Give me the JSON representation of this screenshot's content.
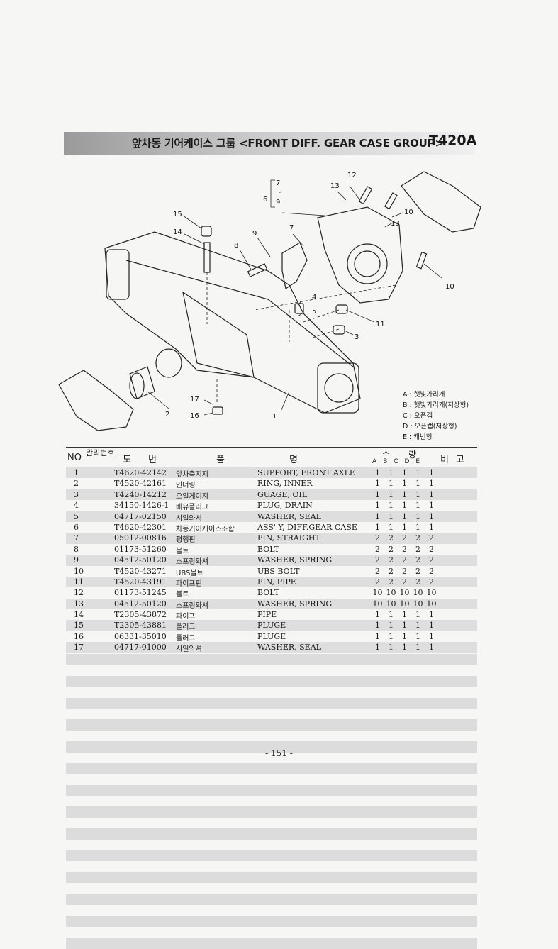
{
  "header": {
    "title": "앞차동 기어케이스 그룹 <FRONT DIFF. GEAR CASE GROUP>",
    "model": "T420A"
  },
  "diagram_labels": [
    "1",
    "2",
    "3",
    "4",
    "5",
    "6",
    "7",
    "8",
    "9",
    "10",
    "10",
    "11",
    "12",
    "13",
    "13",
    "14",
    "15",
    "16",
    "17",
    "7",
    "~",
    "9"
  ],
  "legend": [
    "A : 햇빛가리개",
    "B : 햇빛가리개(저상형)",
    "C : 오픈캡",
    "D : 오픈캡(저상형)",
    "E : 캐빈형"
  ],
  "table": {
    "headers": {
      "no": "NO",
      "mgmt": "관리번호",
      "part_no": "도번",
      "name_a": "품",
      "name_b": "명",
      "qty": "수량",
      "qty_cols": "ABCDE",
      "remark": "비고"
    },
    "rows": [
      {
        "no": "1",
        "part": "T4620-42142",
        "kor": "앞차축지지",
        "eng": "SUPPORT, FRONT AXLE",
        "qty": [
          "1",
          "1",
          "1",
          "1",
          "1"
        ]
      },
      {
        "no": "2",
        "part": "T4520-42161",
        "kor": "인너링",
        "eng": "RING, INNER",
        "qty": [
          "1",
          "1",
          "1",
          "1",
          "1"
        ]
      },
      {
        "no": "3",
        "part": "T4240-14212",
        "kor": "오일게이지",
        "eng": "GUAGE, OIL",
        "qty": [
          "1",
          "1",
          "1",
          "1",
          "1"
        ]
      },
      {
        "no": "4",
        "part": "34150-1426-1",
        "kor": "배유플러그",
        "eng": "PLUG, DRAIN",
        "qty": [
          "1",
          "1",
          "1",
          "1",
          "1"
        ]
      },
      {
        "no": "5",
        "part": "04717-02150",
        "kor": "시일와셔",
        "eng": "WASHER, SEAL",
        "qty": [
          "1",
          "1",
          "1",
          "1",
          "1"
        ]
      },
      {
        "no": "6",
        "part": "T4620-42301",
        "kor": "차동기어케이스조합",
        "eng": "ASS' Y, DIFF.GEAR CASE",
        "qty": [
          "1",
          "1",
          "1",
          "1",
          "1"
        ]
      },
      {
        "no": "7",
        "part": "05012-00816",
        "kor": "평행핀",
        "eng": "PIN, STRAIGHT",
        "qty": [
          "2",
          "2",
          "2",
          "2",
          "2"
        ]
      },
      {
        "no": "8",
        "part": "01173-51260",
        "kor": "볼트",
        "eng": "BOLT",
        "qty": [
          "2",
          "2",
          "2",
          "2",
          "2"
        ]
      },
      {
        "no": "9",
        "part": "04512-50120",
        "kor": "스프링와셔",
        "eng": "WASHER, SPRING",
        "qty": [
          "2",
          "2",
          "2",
          "2",
          "2"
        ]
      },
      {
        "no": "10",
        "part": "T4520-43271",
        "kor": "UBS볼트",
        "eng": "UBS BOLT",
        "qty": [
          "2",
          "2",
          "2",
          "2",
          "2"
        ]
      },
      {
        "no": "11",
        "part": "T4520-43191",
        "kor": "파이프핀",
        "eng": "PIN, PIPE",
        "qty": [
          "2",
          "2",
          "2",
          "2",
          "2"
        ]
      },
      {
        "no": "12",
        "part": "01173-51245",
        "kor": "볼트",
        "eng": "BOLT",
        "qty": [
          "10",
          "10",
          "10",
          "10",
          "10"
        ]
      },
      {
        "no": "13",
        "part": "04512-50120",
        "kor": "스프링와셔",
        "eng": "WASHER, SPRING",
        "qty": [
          "10",
          "10",
          "10",
          "10",
          "10"
        ]
      },
      {
        "no": "14",
        "part": "T2305-43872",
        "kor": "파이프",
        "eng": "PIPE",
        "qty": [
          "1",
          "1",
          "1",
          "1",
          "1"
        ]
      },
      {
        "no": "15",
        "part": "T2305-43881",
        "kor": "플러그",
        "eng": "PLUGE",
        "qty": [
          "1",
          "1",
          "1",
          "1",
          "1"
        ]
      },
      {
        "no": "16",
        "part": "06331-35010",
        "kor": "플러그",
        "eng": "PLUGE",
        "qty": [
          "1",
          "1",
          "1",
          "1",
          "1"
        ]
      },
      {
        "no": "17",
        "part": "04717-01000",
        "kor": "시일와셔",
        "eng": "WASHER, SEAL",
        "qty": [
          "1",
          "1",
          "1",
          "1",
          "1"
        ]
      }
    ]
  },
  "page_number": "- 151 -"
}
